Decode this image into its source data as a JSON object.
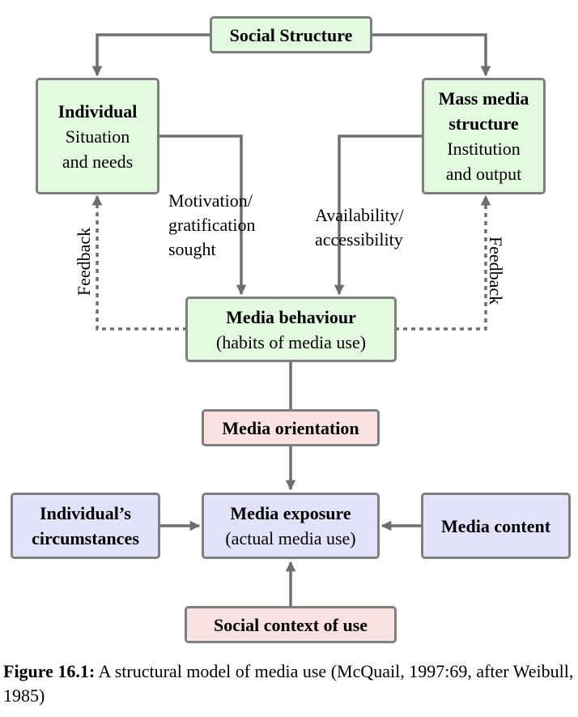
{
  "diagram": {
    "social_structure": "Social Structure",
    "individual_title": "Individual",
    "individual_line1": "Situation",
    "individual_line2": "and needs",
    "mass_media_line1": "Mass media",
    "mass_media_line2": "structure",
    "mass_media_line3": "Institution",
    "mass_media_line4": "and output",
    "motivation_line1": "Motivation/",
    "motivation_line2": "gratification",
    "motivation_line3": "sought",
    "availability_line1": "Availability/",
    "availability_line2": "accessibility",
    "feedback_left": "Feedback",
    "feedback_right": "Feedback",
    "media_behaviour_title": "Media behaviour",
    "media_behaviour_sub": "(habits of media use)",
    "media_orientation": "Media orientation",
    "circumstances_line1": "Individual’s",
    "circumstances_line2": "circumstances",
    "media_exposure_title": "Media exposure",
    "media_exposure_sub": "(actual media use)",
    "media_content": "Media content",
    "social_context": "Social context of use"
  },
  "caption": {
    "label": "Figure 16.1:",
    "text": "A structural model of media use (McQuail, 1997:69, after Weibull, 1985)"
  },
  "colors": {
    "green_fill": "#e3fae0",
    "pink_fill": "#fbe2e2",
    "lavender_fill": "#e2e2fa",
    "border": "#7f7f7f",
    "arrow": "#6e6e6e"
  }
}
